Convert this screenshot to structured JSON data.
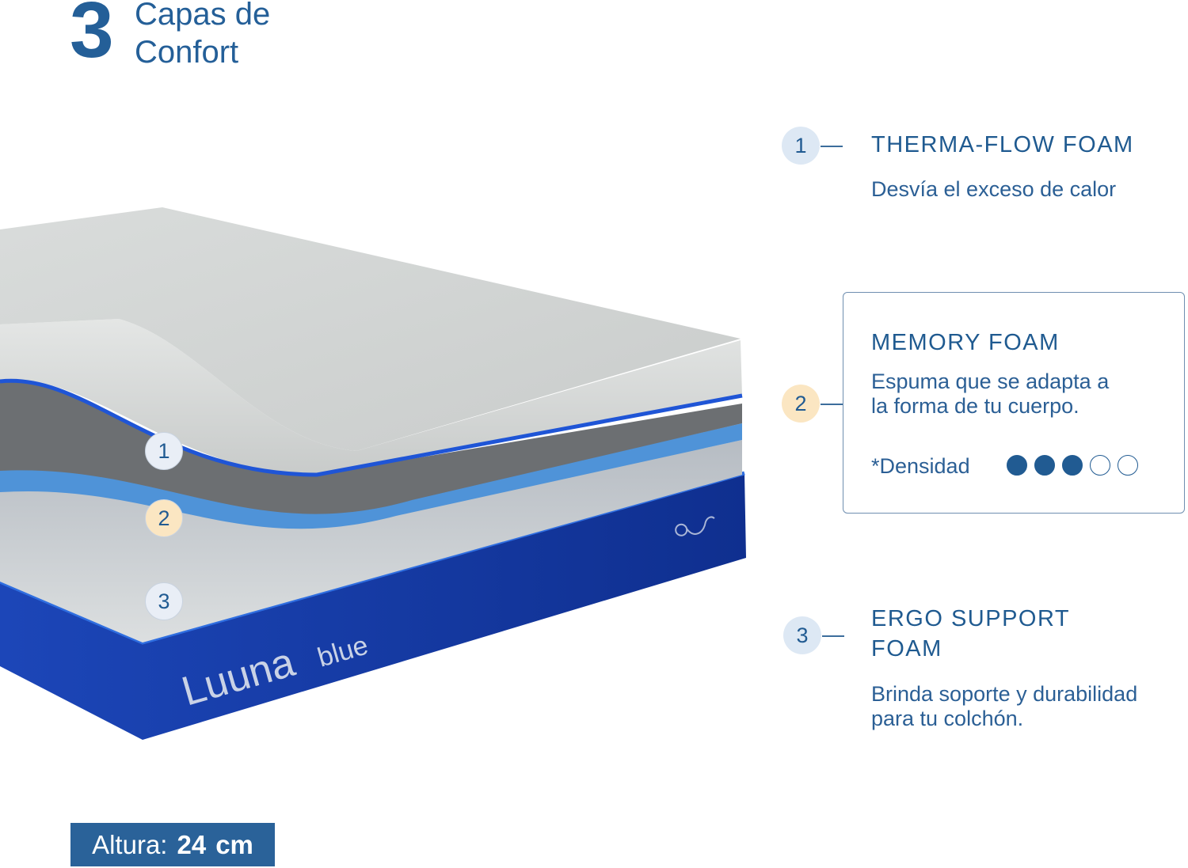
{
  "header": {
    "number": "3",
    "title_line1": "Capas de",
    "title_line2": "Confort"
  },
  "product": {
    "brand": "Luuna",
    "model": "blue"
  },
  "layers": [
    {
      "number": "1",
      "name": "THERMA-FLOW FOAM",
      "description": "Desvía el exceso de calor",
      "badge_color": "#dde8f4"
    },
    {
      "number": "2",
      "name": "MEMORY FOAM",
      "description_line1": "Espuma que se adapta a",
      "description_line2": "la forma de tu cuerpo.",
      "density_label": "*Densidad",
      "density_level": 3,
      "density_max": 5,
      "badge_color": "#fbe6c2"
    },
    {
      "number": "3",
      "name_line1": "ERGO SUPPORT",
      "name_line2": "FOAM",
      "description_line1": "Brinda soporte y durabilidad",
      "description_line2": "para tu colchón.",
      "badge_color": "#dde8f4"
    }
  ],
  "height_badge": {
    "label": "Altura:",
    "value": "24",
    "unit": "cm"
  },
  "colors": {
    "text": "#215b92",
    "base_blue": "#1a3fa8",
    "memory_blue": "#4a8fd6",
    "badge": "#2a6299"
  }
}
